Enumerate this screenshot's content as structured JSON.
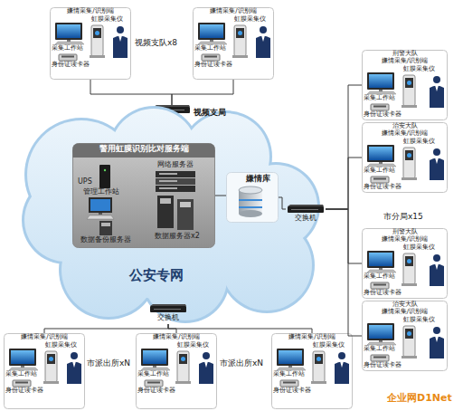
{
  "diagram": {
    "nodes": [
      {
        "text": [
          "嫌情采集/识别端",
          "采集工作站",
          "虹膜采集仪",
          "身份证读卡器"
        ]
      },
      {
        "text": [
          "嫌情采集/识别端",
          "采集工作站",
          "虹膜采集仪",
          "身份证读卡器"
        ]
      },
      {
        "text": [
          "交换机"
        ]
      },
      {
        "text": [
          "公安专网"
        ]
      },
      {
        "text": [
          "警用虹膜识别比对服务端"
        ],
        "in": 3
      },
      {
        "text": [
          "UPS"
        ],
        "in": 4
      },
      {
        "text": [
          "管理工作站"
        ],
        "in": 4
      },
      {
        "text": [
          "网络服务器"
        ],
        "in": 4
      },
      {
        "text": [
          "数据备份服务器"
        ],
        "in": 4
      },
      {
        "text": [
          "数据服务器x2"
        ],
        "in": 4
      },
      {
        "text": [
          "嫌情库"
        ],
        "in": 3
      },
      {
        "text": [
          "交换机"
        ]
      },
      {
        "text": [
          "刑警大队",
          "嫌情采集/识别端",
          "采集工作站",
          "虹膜采集仪",
          "身份证读卡器"
        ]
      },
      {
        "text": [
          "治安大队",
          "嫌情采集/识别端",
          "采集工作站",
          "虹膜采集仪",
          "身份证读卡器"
        ]
      },
      {
        "text": [
          "刑警大队",
          "嫌情采集/识别端",
          "采集工作站",
          "虹膜采集仪",
          "身份证读卡器"
        ]
      },
      {
        "text": [
          "治安大队",
          "嫌情采集/识别端",
          "采集工作站",
          "虹膜采集仪",
          "身份证读卡器"
        ]
      },
      {
        "text": [
          "交换机"
        ]
      },
      {
        "text": [
          "嫌情采集/识别端",
          "采集工作站",
          "虹膜采集仪",
          "身份证读卡器"
        ]
      },
      {
        "text": [
          "嫌情采集/识别端",
          "采集工作站",
          "虹膜采集仪",
          "身份证读卡器"
        ]
      },
      {
        "text": [
          "嫌情采集/识别端",
          "采集工作站",
          "虹膜采集仪",
          "身份证读卡器"
        ]
      }
    ],
    "edges": [
      {
        "from": 0,
        "to": 2,
        "arrow": "none"
      },
      {
        "from": 1,
        "to": 2,
        "arrow": "none"
      },
      {
        "from": 4,
        "to": 10,
        "arrow": "none"
      },
      {
        "from": 10,
        "to": 11,
        "arrow": "none"
      },
      {
        "from": 11,
        "to": 12,
        "arrow": "none"
      },
      {
        "from": 11,
        "to": 13,
        "arrow": "none"
      },
      {
        "from": 11,
        "to": 14,
        "arrow": "none"
      },
      {
        "from": 11,
        "to": 15,
        "arrow": "none"
      },
      {
        "from": 16,
        "to": 17,
        "arrow": "none"
      },
      {
        "from": 16,
        "to": 18,
        "arrow": "none"
      },
      {
        "from": 16,
        "to": 19,
        "arrow": "none"
      }
    ],
    "labels": [
      "视频支局",
      "视频支队x8",
      "市分局x15",
      "市派出所xN",
      "市派出所xN",
      "企业网D1Net"
    ]
  }
}
